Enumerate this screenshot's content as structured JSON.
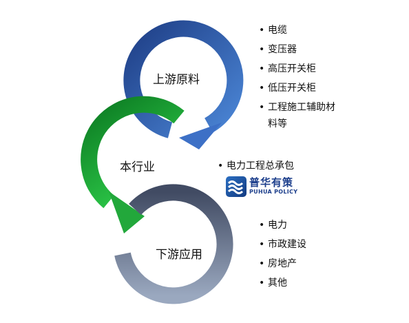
{
  "stages": [
    {
      "label": "上游原料",
      "color_light": "#4b86d6",
      "color_dark": "#1f3f87"
    },
    {
      "label": "本行业",
      "color_light": "#2ecc4a",
      "color_dark": "#0c7a22"
    },
    {
      "label": "下游应用",
      "color_light": "#9aa8bf",
      "color_dark": "#414b63"
    }
  ],
  "upstream_items": [
    "电缆",
    "变压器",
    "高压开关柜",
    "低压开关柜",
    "工程施工辅助材",
    "料等"
  ],
  "industry_items": [
    "电力工程总承包"
  ],
  "downstream_items": [
    "电力",
    "市政建设",
    "房地产",
    "其他"
  ],
  "logo": {
    "name_cn": "普华有策",
    "name_en": "PUHUA POLICY",
    "color": "#1d3f8c"
  }
}
